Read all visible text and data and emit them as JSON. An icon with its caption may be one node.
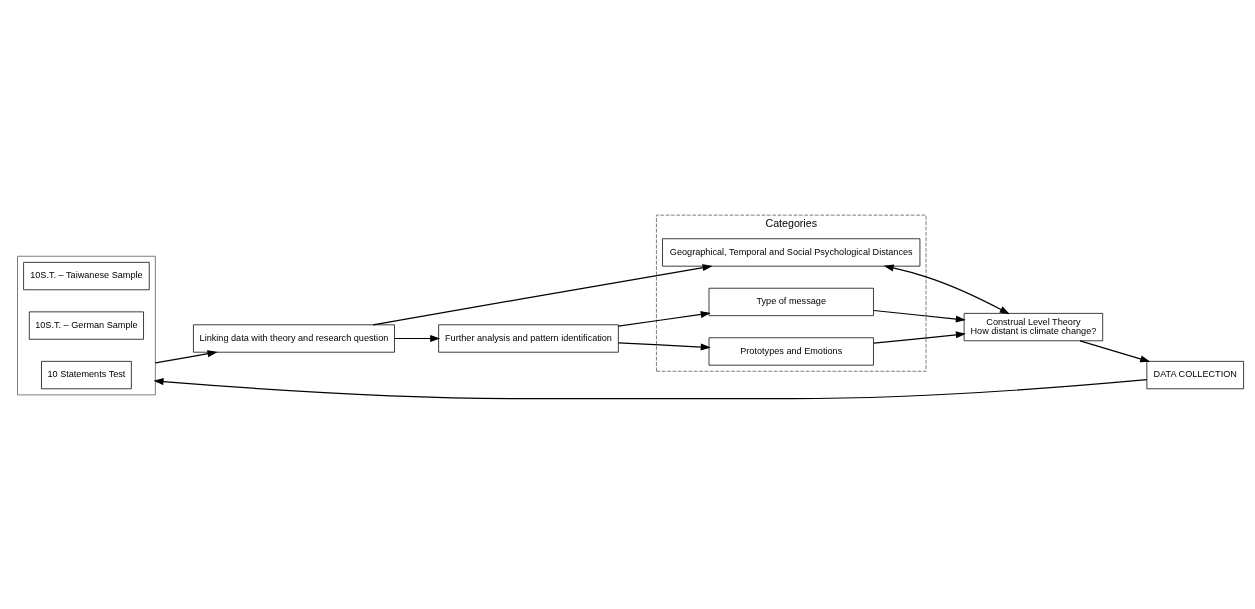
{
  "diagram": {
    "nodes": [
      {
        "text": [],
        "shape": "box"
      },
      {
        "text": [
          "10S.T. – Taiwanese Sample"
        ],
        "in": 0
      },
      {
        "text": [
          "10S.T. – German Sample"
        ],
        "in": 0
      },
      {
        "text": [
          "10 Statements Test"
        ],
        "in": 0
      },
      {
        "text": [
          "DATA COLLECTION"
        ]
      },
      {
        "text": [
          "Construal Level Theory",
          "How distant is climate change?"
        ]
      },
      {
        "text": [
          "Linking data with theory and research question"
        ]
      },
      {
        "text": [
          "Categories"
        ]
      },
      {
        "text": [
          "Geographical, Temporal and Social Psychological Distances"
        ],
        "in": 7
      },
      {
        "text": [
          "Type of message"
        ],
        "in": 7
      },
      {
        "text": [
          "Prototypes and Emotions"
        ],
        "in": 7
      },
      {
        "text": [
          "Further analysis and pattern identification"
        ]
      }
    ],
    "edges": [
      {
        "from": 5,
        "to": 4,
        "arrow": "to"
      },
      {
        "from": 4,
        "to": 0,
        "arrow": "to"
      },
      {
        "from": 0,
        "to": 6,
        "arrow": "to"
      },
      {
        "from": 6,
        "to": 8,
        "arrow": "to"
      },
      {
        "from": 8,
        "to": 5,
        "arrow": "both"
      },
      {
        "from": 6,
        "to": 11,
        "arrow": "to"
      },
      {
        "from": 11,
        "to": 9,
        "arrow": "to"
      },
      {
        "from": 11,
        "to": 10,
        "arrow": "to"
      },
      {
        "from": 9,
        "to": 5,
        "arrow": "to"
      },
      {
        "from": 10,
        "to": 5,
        "arrow": "to"
      }
    ]
  }
}
